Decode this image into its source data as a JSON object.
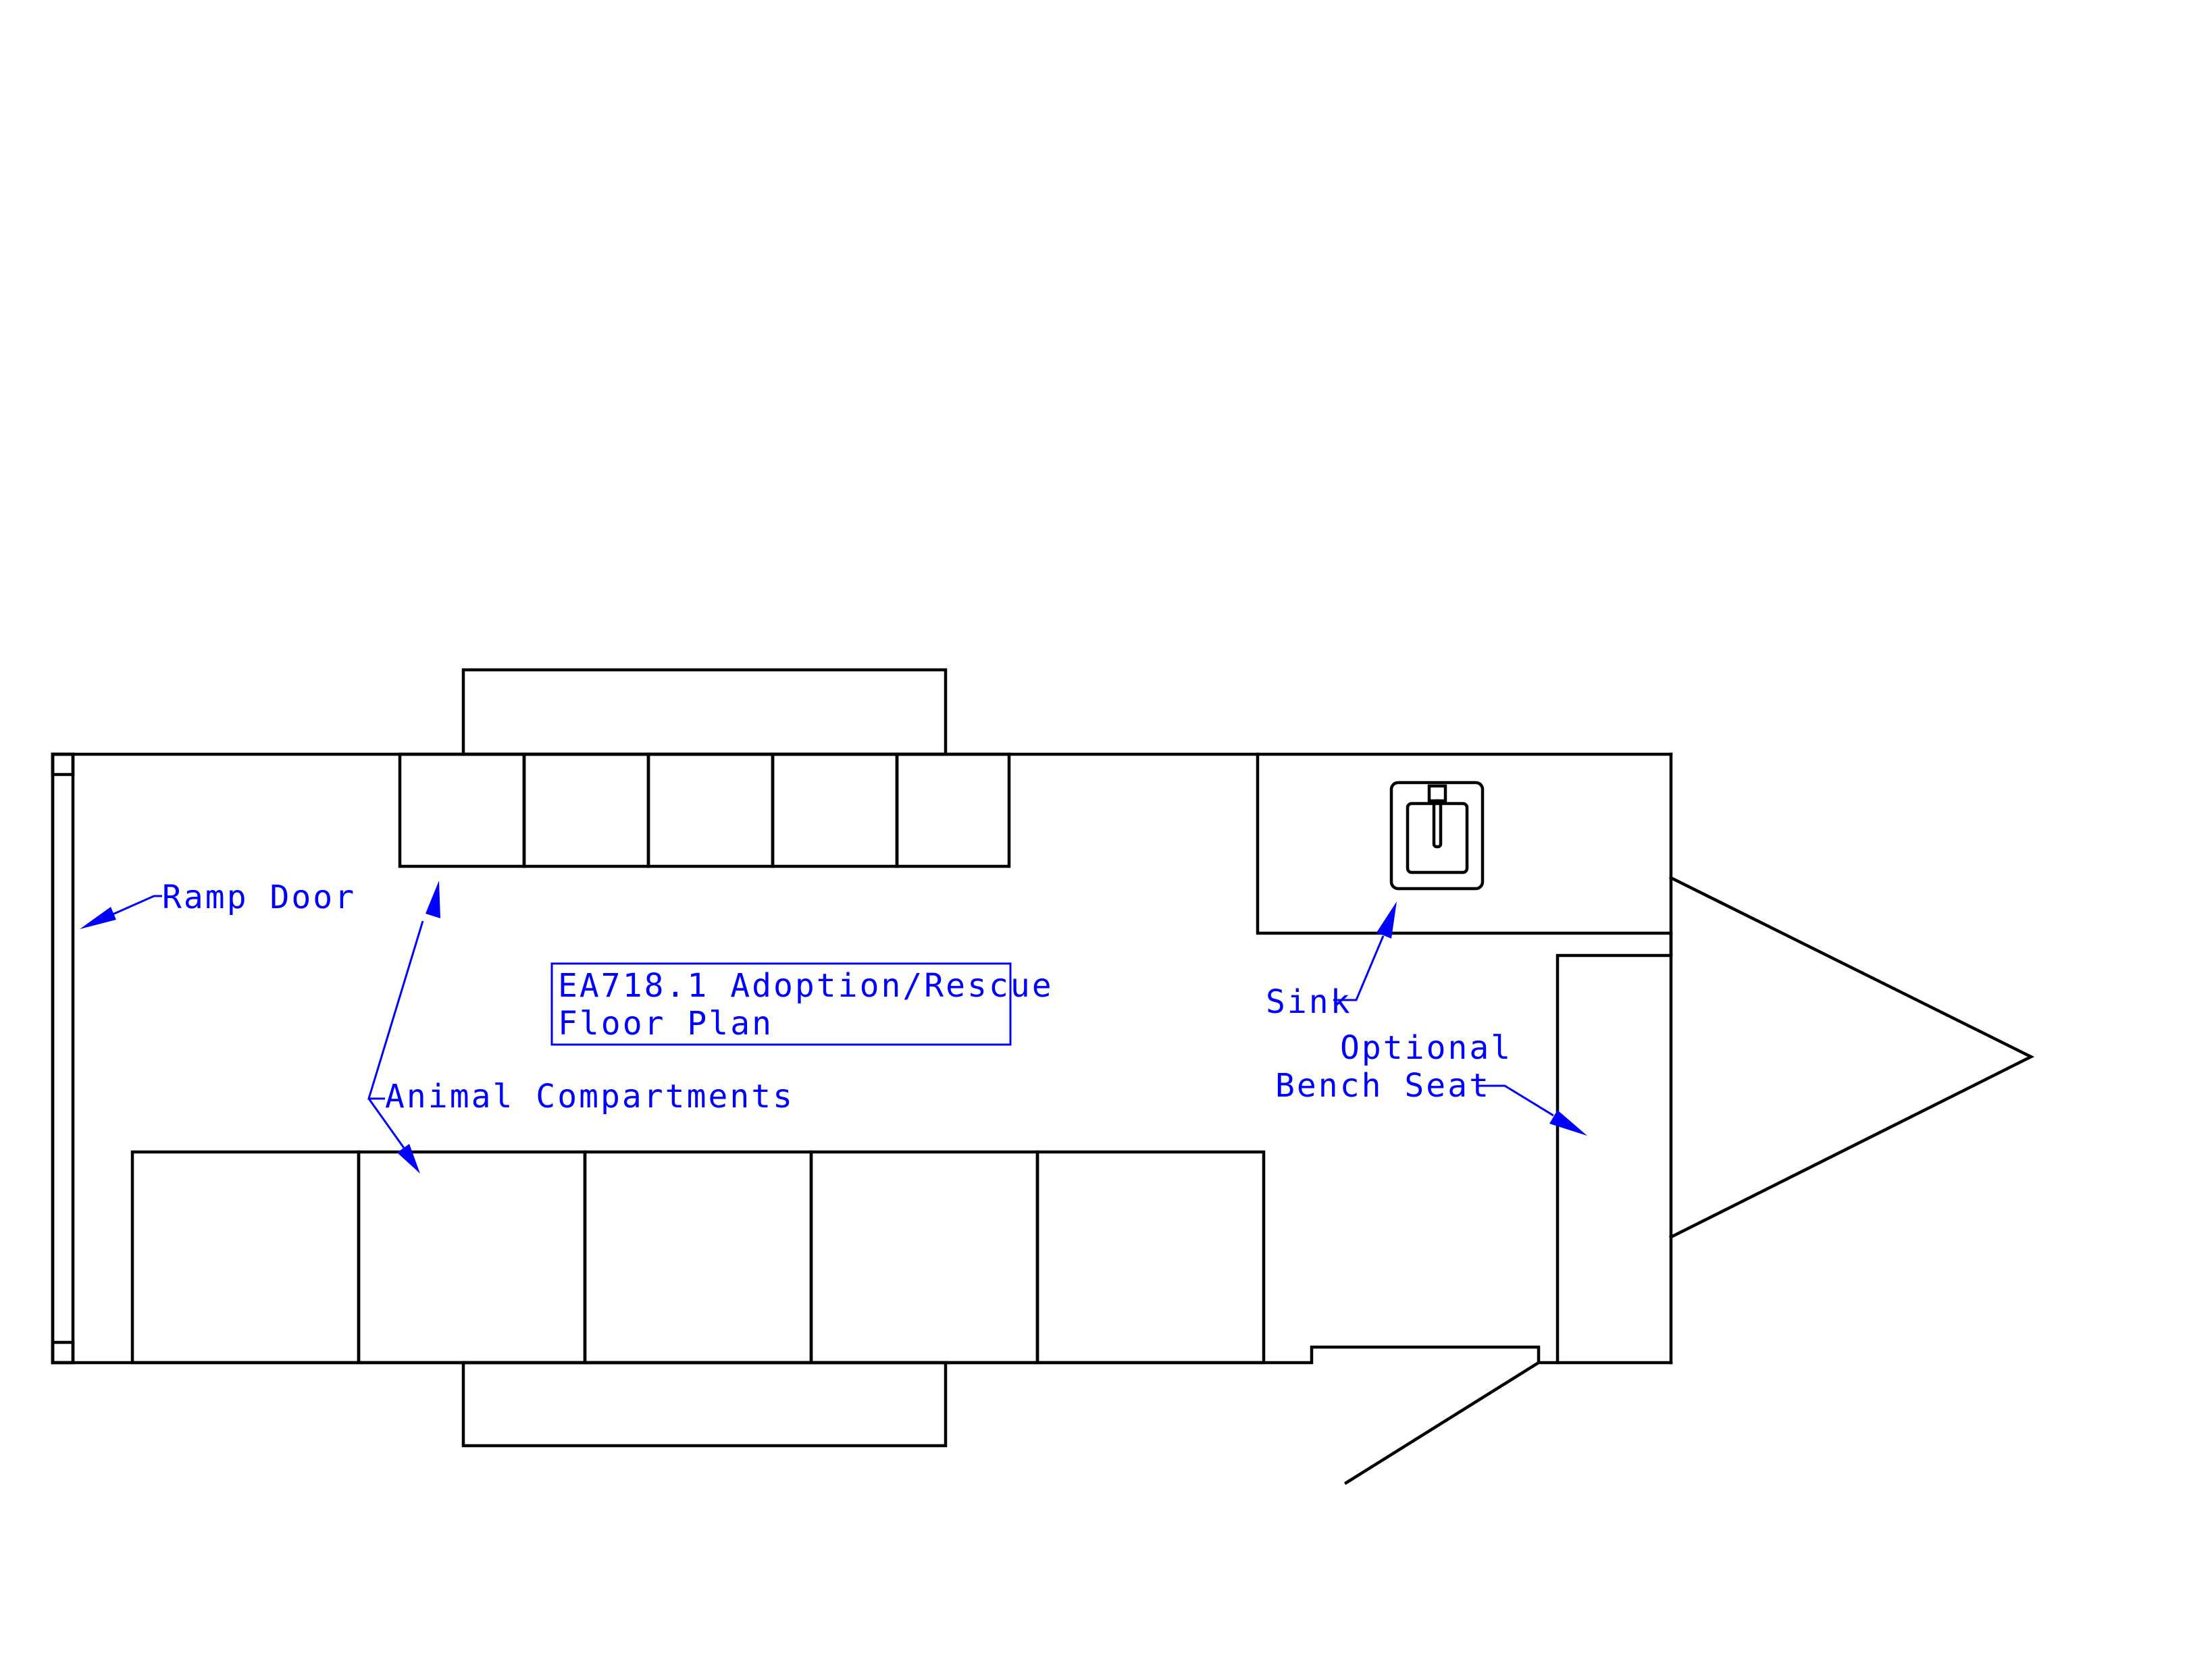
{
  "title": {
    "line1": "EA718.1 Adoption/Rescue",
    "line2": "Floor Plan"
  },
  "labels": {
    "ramp_door": "Ramp Door",
    "animal_compartments": "Animal Compartments",
    "sink": "Sink",
    "optional_line1": "Optional",
    "optional_line2": "Bench Seat"
  },
  "colors": {
    "outline": "#000000",
    "annotation": "#0000ff",
    "background": "#ffffff"
  }
}
